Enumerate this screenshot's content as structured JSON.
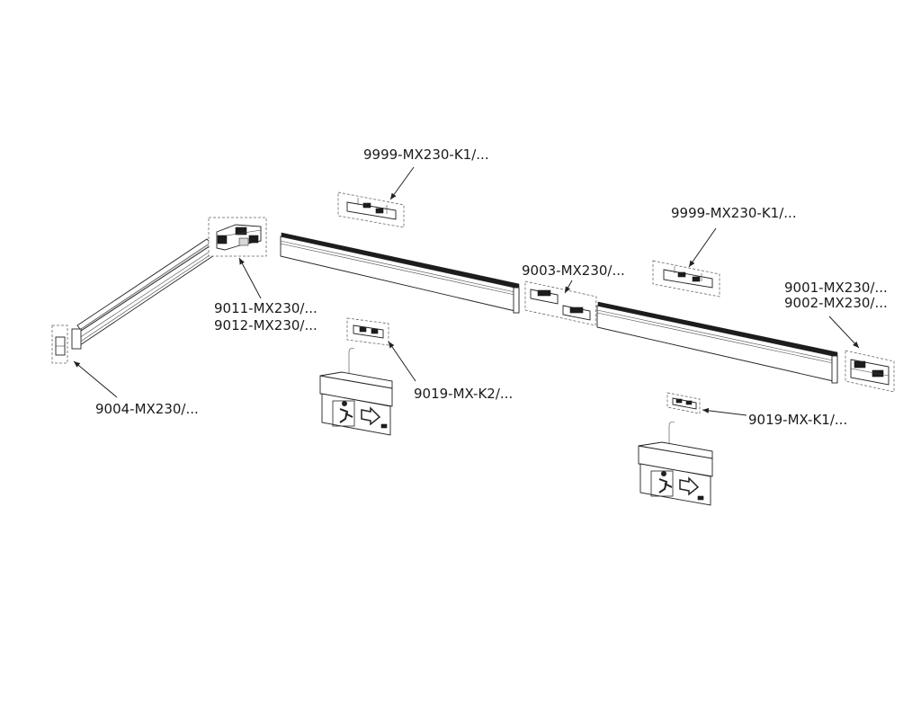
{
  "labels": {
    "bridge_top_left": "9999-MX230-K1/...",
    "bridge_top_right": "9999-MX230-K1/...",
    "connector_mid": "9003-MX230/...",
    "end_feed_right_1": "9001-MX230/...",
    "end_feed_right_2": "9002-MX230/...",
    "corner_1": "9011-MX230/...",
    "corner_2": "9012-MX230/...",
    "end_cap_left": "9004-MX230/...",
    "emergency_kit_left": "9019-MX-K2/...",
    "emergency_kit_right": "9019-MX-K1/..."
  },
  "colors": {
    "line": "#222222",
    "rail_top": "#1c1c1c",
    "background": "#ffffff"
  }
}
